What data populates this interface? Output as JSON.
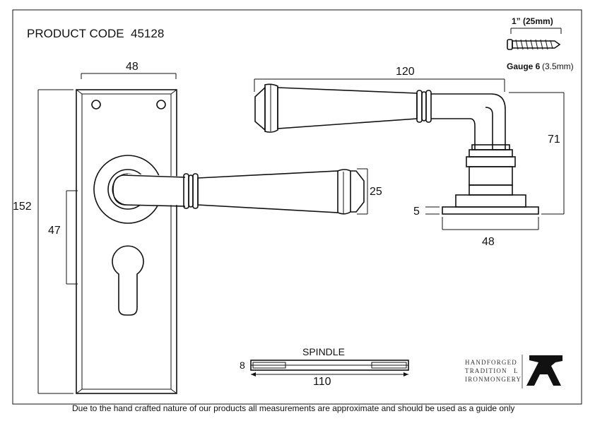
{
  "header": {
    "product_code_label": "PRODUCT CODE",
    "product_code": "45128"
  },
  "screw": {
    "length_label": "1” (25mm)",
    "gauge_label": "Gauge 6",
    "gauge_mm": "(3.5mm)"
  },
  "dimensions": {
    "backplate_width": "48",
    "backplate_height": "152",
    "lever_to_keyhole": "47",
    "lever_end_height": "25",
    "lever_length": "120",
    "lever_projection": "71",
    "rose_thickness": "5",
    "rose_width": "48",
    "spindle_size": "8",
    "spindle_length": "110"
  },
  "spindle": {
    "title": "SPINDLE"
  },
  "brand": {
    "line1": "HANDFORGED",
    "line2": "TRADITION",
    "line2_suffix": "L",
    "line3": "IRONMONGERY"
  },
  "footer": {
    "disclaimer": "Due to the hand crafted nature of our products all measurements are approximate and should be used as a guide only"
  },
  "colors": {
    "line": "#111111",
    "background": "#ffffff"
  }
}
